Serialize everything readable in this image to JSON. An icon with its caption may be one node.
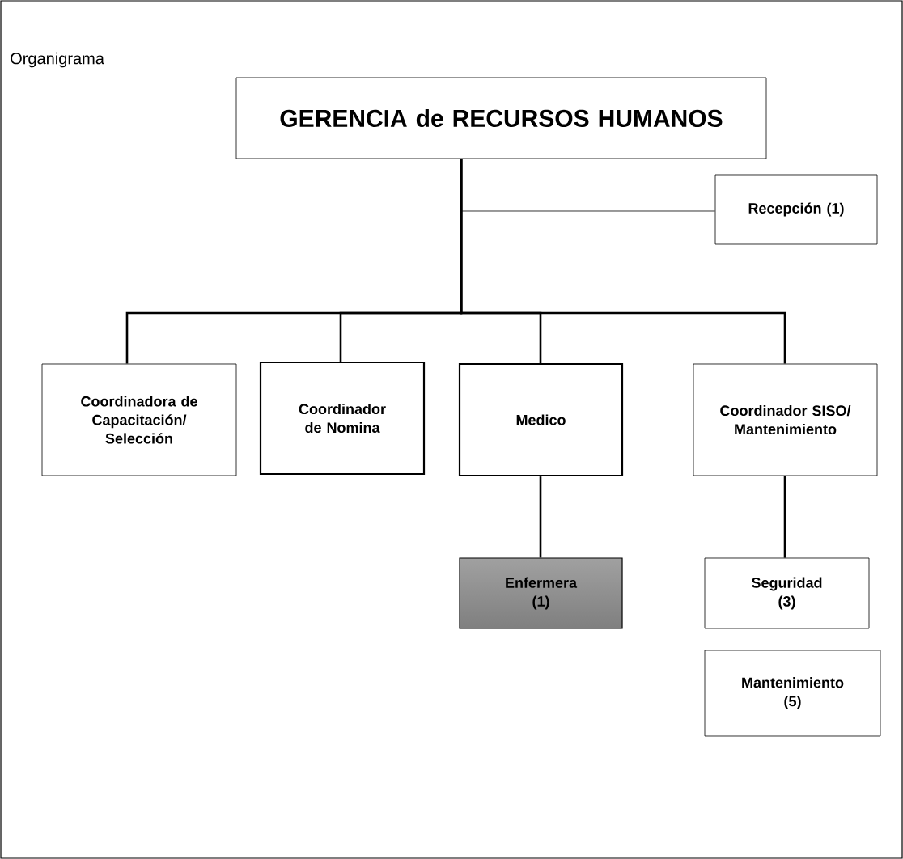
{
  "diagram": {
    "title": "Organigrama",
    "nodes": [
      {
        "text": [
          "GERENCIA de RECURSOS HUMANOS"
        ]
      },
      {
        "text": [
          "Recepción (1)"
        ]
      },
      {
        "text": [
          "Coordinadora de Capacitación/ Selección"
        ]
      },
      {
        "text": [
          "Coordinador de Nomina"
        ]
      },
      {
        "text": [
          "Medico"
        ]
      },
      {
        "text": [
          "Coordinador SISO/ Mantenimiento"
        ]
      },
      {
        "text": [
          "Enfermera (1)"
        ]
      },
      {
        "text": [
          "Seguridad (3)"
        ]
      },
      {
        "text": [
          "Mantenimiento (5)"
        ]
      }
    ],
    "edges": [
      {
        "from": 0,
        "to": 1,
        "arrow": "none"
      },
      {
        "from": 0,
        "to": 2,
        "arrow": "none"
      },
      {
        "from": 0,
        "to": 3,
        "arrow": "none"
      },
      {
        "from": 0,
        "to": 4,
        "arrow": "none"
      },
      {
        "from": 0,
        "to": 5,
        "arrow": "none"
      },
      {
        "from": 4,
        "to": 6,
        "arrow": "none"
      },
      {
        "from": 5,
        "to": 7,
        "arrow": "none"
      }
    ]
  }
}
